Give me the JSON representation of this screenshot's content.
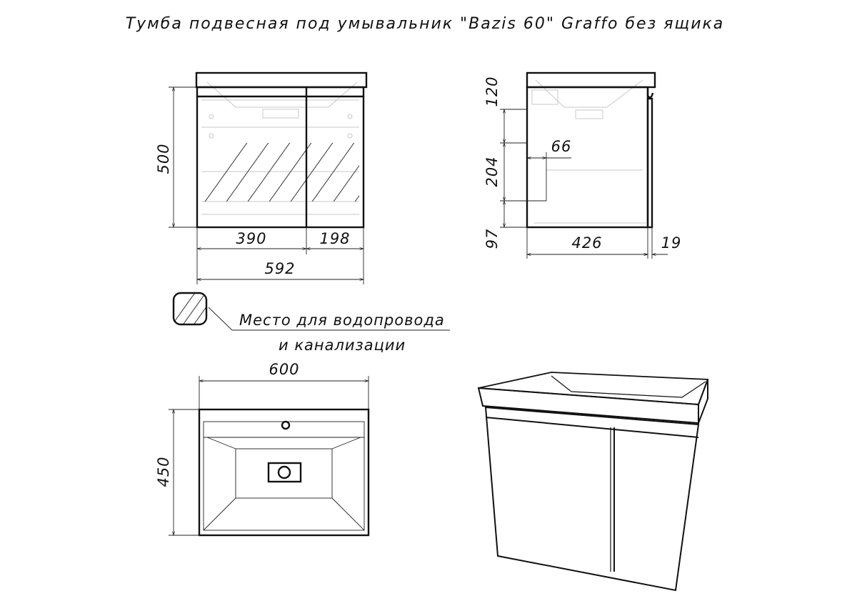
{
  "title": "Тумба подвесная под умывальник \"Bazis 60\" Graffo без ящика",
  "front_view": {
    "height": "500",
    "left_door": "390",
    "right_door": "198",
    "width": "592"
  },
  "side_view": {
    "top": "120",
    "middle": "204",
    "bottom": "97",
    "offset": "66",
    "depth": "426",
    "door": "19"
  },
  "legend": {
    "line1": "Место для водопровода",
    "line2": "и канализации"
  },
  "top_view": {
    "width": "600",
    "depth": "450"
  }
}
